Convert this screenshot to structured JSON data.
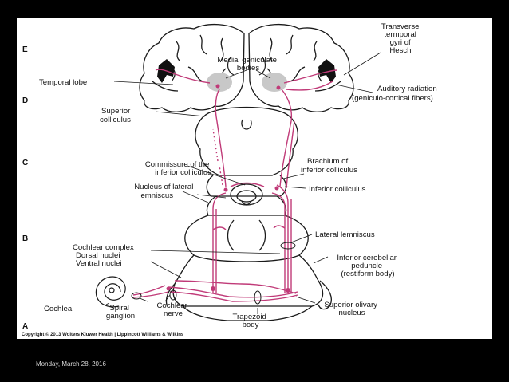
{
  "levels": [
    "E",
    "D",
    "C",
    "B",
    "A"
  ],
  "labels": {
    "medial_geniculate": [
      "Medial geniculate",
      "bodies"
    ],
    "transverse_gyri": [
      "Transverse",
      "termporal",
      "gyri of",
      "Heschl"
    ],
    "temporal_lobe": [
      "Temporal lobe"
    ],
    "auditory_radiation": [
      "Auditory radiation",
      "(geniculo-cortical fibers)"
    ],
    "superior_colliculus": [
      "Superior",
      "colliculus"
    ],
    "commissure": [
      "Commissure of the",
      "inferior colliculus"
    ],
    "brachium": [
      "Brachium of",
      "inferior colliculus"
    ],
    "nucleus_lateral_lemniscus": [
      "Nucleus of lateral",
      "lemniscus"
    ],
    "inferior_colliculus": [
      "Inferior colliculus"
    ],
    "lateral_lemniscus": [
      "Lateral lemniscus"
    ],
    "cochlear_complex": [
      "Cochlear complex",
      "Dorsal nuclei",
      "Ventral nuclei"
    ],
    "inferior_cerebellar_peduncle": [
      "Inferior cerebellar",
      "peduncle",
      "(restiform body)"
    ],
    "cochlea": [
      "Cochlea"
    ],
    "spiral_ganglion": [
      "Spiral",
      "ganglion"
    ],
    "cochlear_nerve": [
      "Cochlear",
      "nerve"
    ],
    "trapezoid_body": [
      "Trapezoid",
      "body"
    ],
    "superior_olivary_nucleus": [
      "Superior olivary",
      "nucleus"
    ]
  },
  "copyright": "Copyright © 2013 Wolters Kluwer Health | Lippincott Williams & Wilkins",
  "footer_date": "Monday, March 28, 2016",
  "colors": {
    "pathway": "#c03a78",
    "outline": "#1a1a1a",
    "geniculate": "#c8c8c8",
    "background": "#000000",
    "slide": "#ffffff"
  }
}
